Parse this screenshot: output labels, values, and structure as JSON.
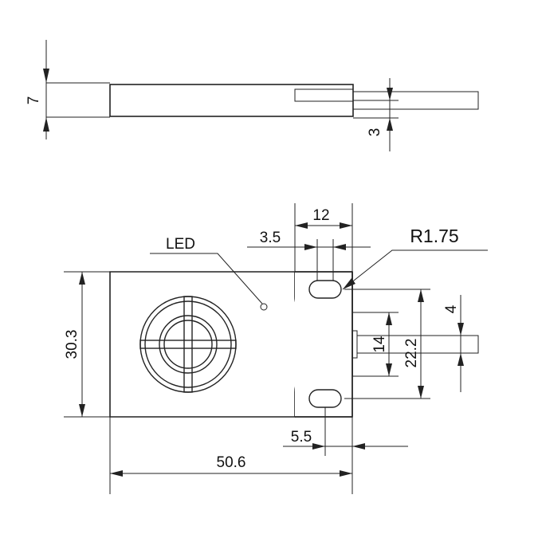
{
  "side_view": {
    "thickness_label": "7",
    "cable_offset_label": "3"
  },
  "front_view": {
    "led_label": "LED",
    "dim_slot_spacing_label": "12",
    "dim_slot_width_label": "3.5",
    "dim_radius_label": "R1.75",
    "dim_cable_label": "4",
    "dim_inner_label": "14",
    "dim_hole_pitch_label": "22.2",
    "dim_height_label": "30.3",
    "dim_edge_label": "5.5",
    "dim_length_label": "50.6"
  },
  "colors": {
    "line": "#222222",
    "background": "#ffffff"
  }
}
